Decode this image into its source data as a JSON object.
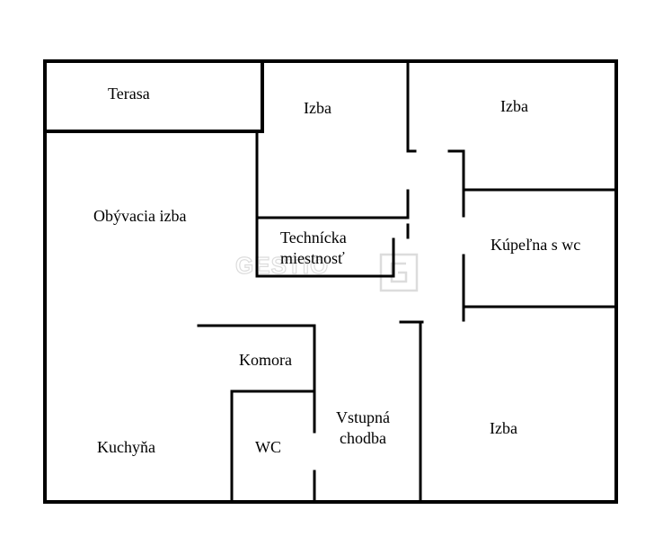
{
  "floor_plan": {
    "rooms": {
      "terasa": "Terasa",
      "izba_1": "Izba",
      "izba_2": "Izba",
      "obyvacia_izba": "Obývacia izba",
      "technicka_line1": "Technícka",
      "technicka_line2": "miestnosť",
      "kupelna": "Kúpeľna s wc",
      "komora": "Komora",
      "vstupna_line1": "Vstupná",
      "vstupna_line2": "chodba",
      "izba_3": "Izba",
      "kuchyna": "Kuchyňa",
      "wc": "WC"
    },
    "watermark": {
      "text": "GESTIO",
      "logo_name": "gestio-logo"
    },
    "colors": {
      "walls": "#000000",
      "watermark": "#dcdcdc",
      "background": "#ffffff"
    }
  }
}
